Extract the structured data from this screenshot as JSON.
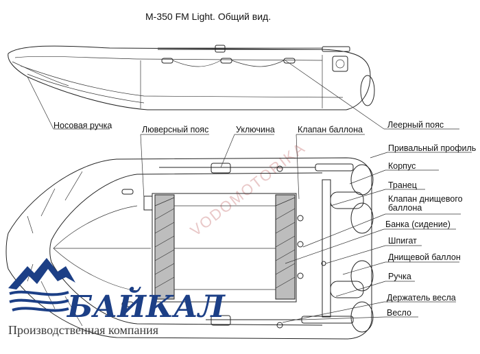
{
  "title": "М-350 FM Light. Общий вид.",
  "watermark": "VODOMOTORIKA",
  "labels": {
    "nose_handle": "Носовая ручка",
    "lyuvers_belt": "Люверсный пояс",
    "oarlock": "Уключина",
    "balloon_valve": "Клапан баллона",
    "lifeline": "Леерный пояс",
    "fender_profile": "Привальный профиль",
    "hull": "Корпус",
    "transom": "Транец",
    "bottom_balloon_valve": "Клапан днищевого баллона",
    "bench": "Банка (сидение)",
    "drain": "Шпигат",
    "bottom_balloon": "Днищевой баллон",
    "handle": "Ручка",
    "oar_holder": "Держатель весла",
    "oar": "Весло"
  },
  "logo": {
    "brand": "БАЙКАЛ",
    "tagline": "Производственная компания",
    "color": "#1c3f86"
  }
}
